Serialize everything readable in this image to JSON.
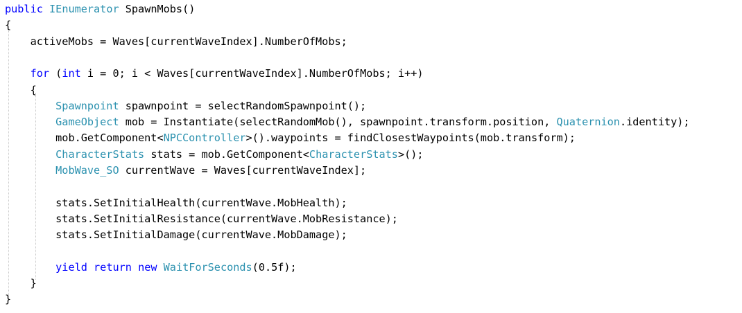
{
  "colors": {
    "keyword": "#0000ff",
    "type": "#2b91af",
    "plain": "#000000",
    "background": "#ffffff",
    "indent_guide": "#c8c8c8"
  },
  "code_lines": [
    {
      "indent": "",
      "tokens": [
        {
          "t": "public",
          "c": "kw"
        },
        {
          "t": " ",
          "c": "pl"
        },
        {
          "t": "IEnumerator",
          "c": "ty"
        },
        {
          "t": " SpawnMobs()",
          "c": "pl"
        }
      ]
    },
    {
      "indent": "",
      "tokens": [
        {
          "t": "{",
          "c": "pl"
        }
      ]
    },
    {
      "indent": "    ",
      "tokens": [
        {
          "t": "activeMobs = Waves[currentWaveIndex].NumberOfMobs;",
          "c": "pl"
        }
      ]
    },
    {
      "indent": "",
      "tokens": []
    },
    {
      "indent": "    ",
      "tokens": [
        {
          "t": "for",
          "c": "kw"
        },
        {
          "t": " (",
          "c": "pl"
        },
        {
          "t": "int",
          "c": "kw"
        },
        {
          "t": " i = 0; i < Waves[currentWaveIndex].NumberOfMobs; i++)",
          "c": "pl"
        }
      ]
    },
    {
      "indent": "    ",
      "tokens": [
        {
          "t": "{",
          "c": "pl"
        }
      ]
    },
    {
      "indent": "        ",
      "tokens": [
        {
          "t": "Spawnpoint",
          "c": "ty"
        },
        {
          "t": " spawnpoint = selectRandomSpawnpoint();",
          "c": "pl"
        }
      ]
    },
    {
      "indent": "        ",
      "tokens": [
        {
          "t": "GameObject",
          "c": "ty"
        },
        {
          "t": " mob = Instantiate(selectRandomMob(), spawnpoint.transform.position, ",
          "c": "pl"
        },
        {
          "t": "Quaternion",
          "c": "ty"
        },
        {
          "t": ".identity);",
          "c": "pl"
        }
      ]
    },
    {
      "indent": "        ",
      "tokens": [
        {
          "t": "mob.GetComponent<",
          "c": "pl"
        },
        {
          "t": "NPCController",
          "c": "ty"
        },
        {
          "t": ">().waypoints = findClosestWaypoints(mob.transform);",
          "c": "pl"
        }
      ]
    },
    {
      "indent": "        ",
      "tokens": [
        {
          "t": "CharacterStats",
          "c": "ty"
        },
        {
          "t": " stats = mob.GetComponent<",
          "c": "pl"
        },
        {
          "t": "CharacterStats",
          "c": "ty"
        },
        {
          "t": ">();",
          "c": "pl"
        }
      ]
    },
    {
      "indent": "        ",
      "tokens": [
        {
          "t": "MobWave_SO",
          "c": "ty"
        },
        {
          "t": " currentWave = Waves[currentWaveIndex];",
          "c": "pl"
        }
      ]
    },
    {
      "indent": "",
      "tokens": []
    },
    {
      "indent": "        ",
      "tokens": [
        {
          "t": "stats.SetInitialHealth(currentWave.MobHealth);",
          "c": "pl"
        }
      ]
    },
    {
      "indent": "        ",
      "tokens": [
        {
          "t": "stats.SetInitialResistance(currentWave.MobResistance);",
          "c": "pl"
        }
      ]
    },
    {
      "indent": "        ",
      "tokens": [
        {
          "t": "stats.SetInitialDamage(currentWave.MobDamage);",
          "c": "pl"
        }
      ]
    },
    {
      "indent": "",
      "tokens": []
    },
    {
      "indent": "        ",
      "tokens": [
        {
          "t": "yield",
          "c": "kw"
        },
        {
          "t": " ",
          "c": "pl"
        },
        {
          "t": "return",
          "c": "kw"
        },
        {
          "t": " ",
          "c": "pl"
        },
        {
          "t": "new",
          "c": "kw"
        },
        {
          "t": " ",
          "c": "pl"
        },
        {
          "t": "WaitForSeconds",
          "c": "ty"
        },
        {
          "t": "(0.5f);",
          "c": "pl"
        }
      ]
    },
    {
      "indent": "    ",
      "tokens": [
        {
          "t": "}",
          "c": "pl"
        }
      ]
    },
    {
      "indent": "",
      "tokens": [
        {
          "t": "}",
          "c": "pl"
        }
      ]
    }
  ]
}
